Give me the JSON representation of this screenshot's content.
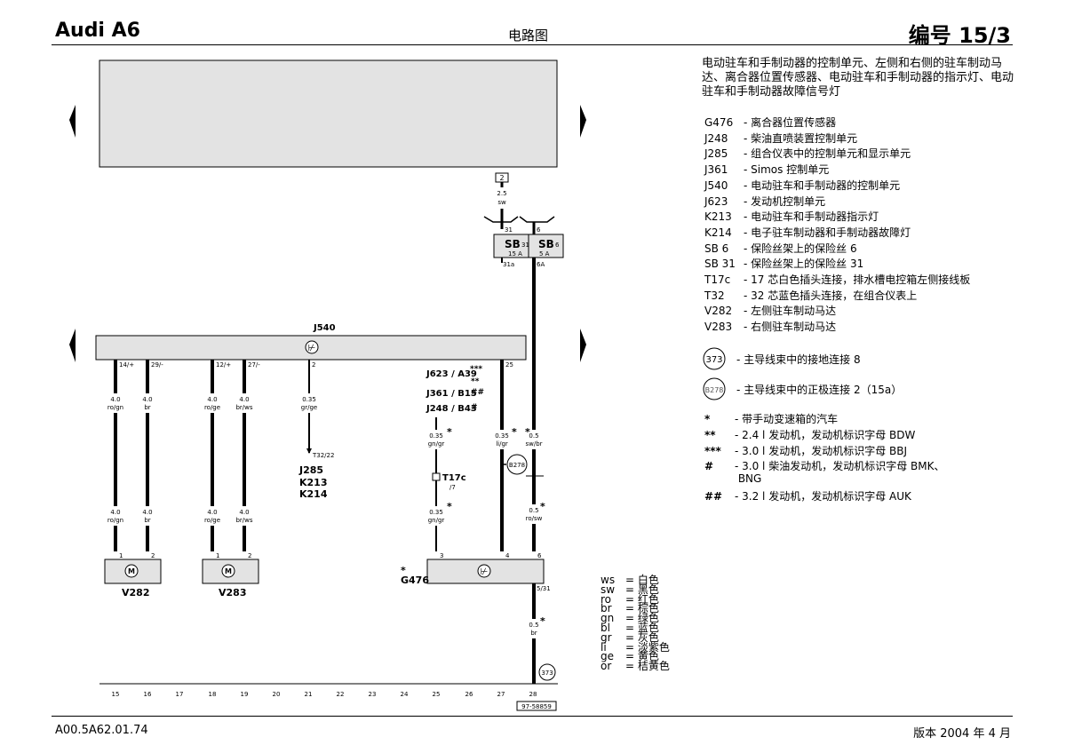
{
  "header": {
    "title": "Audi A6",
    "doc_type": "电路图",
    "number": "编号 15/3"
  },
  "footer": {
    "code": "A00.5A62.01.74",
    "version": "版本 2004 年 4 月"
  },
  "legend": {
    "title": "电动驻车和手制动器的控制单元、左侧和右侧的驻车制动马达、离合器位置传感器、电动驻车和手制动器的指示灯、电动驻车和手制动器故障信号灯",
    "components": [
      {
        "code": "G476",
        "desc": "- 离合器位置传感器"
      },
      {
        "code": "J248",
        "desc": "- 柴油直喷装置控制单元"
      },
      {
        "code": "J285",
        "desc": "- 组合仪表中的控制单元和显示单元"
      },
      {
        "code": "J361",
        "desc": "- Simos 控制单元"
      },
      {
        "code": "J540",
        "desc": "- 电动驻车和手制动器的控制单元"
      },
      {
        "code": "J623",
        "desc": "- 发动机控制单元"
      },
      {
        "code": "K213",
        "desc": "- 电动驻车和手制动器指示灯"
      },
      {
        "code": "K214",
        "desc": "- 电子驻车制动器和手制动器故障灯"
      },
      {
        "code": "SB 6",
        "desc": "- 保险丝架上的保险丝 6"
      },
      {
        "code": "SB 31",
        "desc": "- 保险丝架上的保险丝 31"
      },
      {
        "code": "T17c",
        "desc": "- 17 芯白色插头连接，排水槽电控箱左侧接线板"
      },
      {
        "code": "T32",
        "desc": "- 32 芯蓝色插头连接，在组合仪表上"
      },
      {
        "code": "V282",
        "desc": "- 左侧驻车制动马达"
      },
      {
        "code": "V283",
        "desc": "- 右侧驻车制动马达"
      }
    ],
    "symbols": [
      {
        "id": "373",
        "desc": "- 主导线束中的接地连接 8"
      },
      {
        "id": "B278",
        "desc": "- 主导线束中的正极连接 2（15a）"
      }
    ],
    "notes": [
      {
        "mark": "*",
        "desc": "- 带手动变速箱的汽车"
      },
      {
        "mark": "**",
        "desc": "- 2.4 l 发动机，发动机标识字母 BDW"
      },
      {
        "mark": "***",
        "desc": "- 3.0 l 发动机，发动机标识字母 BBJ"
      },
      {
        "mark": "#",
        "desc": "-  3.0 l 柴油发动机，发动机标识字母 BMK、"
      },
      {
        "mark": "",
        "desc": "   BNG"
      },
      {
        "mark": "##",
        "desc": "-  3.2 l 发动机，发动机标识字母 AUK"
      }
    ]
  },
  "color_codes": [
    {
      "code": "ws",
      "name": "= 白色"
    },
    {
      "code": "sw",
      "name": "= 黑色"
    },
    {
      "code": "ro",
      "name": "= 红色"
    },
    {
      "code": "br",
      "name": "= 棕色"
    },
    {
      "code": "gn",
      "name": "= 绿色"
    },
    {
      "code": "bl",
      "name": "= 蓝色"
    },
    {
      "code": "gr",
      "name": "= 灰色"
    },
    {
      "code": "li",
      "name": "= 淡紫色"
    },
    {
      "code": "ge",
      "name": "= 黄色"
    },
    {
      "code": "or",
      "name": "= 桔黄色"
    }
  ],
  "diagram": {
    "control_unit": "J540",
    "fuse_top_pin": "2",
    "fuse_feed": {
      "size": "2.5",
      "color": "sw"
    },
    "fuses": [
      {
        "name": "SB",
        "num": "31",
        "amp": "15 A",
        "in": "31",
        "out": "31a"
      },
      {
        "name": "SB",
        "num": "6",
        "amp": "5 A",
        "in": "6",
        "out": "6A"
      }
    ],
    "j540_pins": [
      "14/+",
      "29/-",
      "12/+",
      "27/-",
      "2",
      "25"
    ],
    "wires": [
      {
        "id": "w15",
        "size": "4.0",
        "color": "ro/gn"
      },
      {
        "id": "w16",
        "size": "4.0",
        "color": "br"
      },
      {
        "id": "w18",
        "size": "4.0",
        "color": "ro/ge"
      },
      {
        "id": "w19",
        "size": "4.0",
        "color": "br/ws"
      },
      {
        "id": "w21",
        "size": "0.35",
        "color": "gr/ge"
      },
      {
        "id": "w25",
        "size": "0.35",
        "color": "gn/gr"
      },
      {
        "id": "w27",
        "size": "0.35",
        "color": "li/gr"
      },
      {
        "id": "w28",
        "size": "0.5",
        "color": "sw/br"
      },
      {
        "id": "w28b",
        "size": "0.5",
        "color": "ro/sw"
      },
      {
        "id": "w28c",
        "size": "0.5",
        "color": "br"
      }
    ],
    "connector_t32": "T32/22",
    "targets_21": [
      "J285",
      "K213",
      "K214"
    ],
    "ecu_refs": [
      "J623 / A39",
      "J361 / B15",
      "J248 / B43"
    ],
    "ecu_marks": [
      "***",
      "**",
      "##",
      "#"
    ],
    "t17c": {
      "name": "T17c",
      "pin": "/7"
    },
    "motors": [
      {
        "name": "V282",
        "pins": [
          "1",
          "2"
        ]
      },
      {
        "name": "V283",
        "pins": [
          "1",
          "2"
        ]
      }
    ],
    "sensor": {
      "name": "G476",
      "pins": [
        "3",
        "4",
        "6",
        "5/31"
      ]
    },
    "ground": "373",
    "positive": "B278",
    "tracks": [
      "15",
      "16",
      "17",
      "18",
      "19",
      "20",
      "21",
      "22",
      "23",
      "24",
      "25",
      "26",
      "27",
      "28"
    ],
    "ref_code": "97-58859"
  }
}
